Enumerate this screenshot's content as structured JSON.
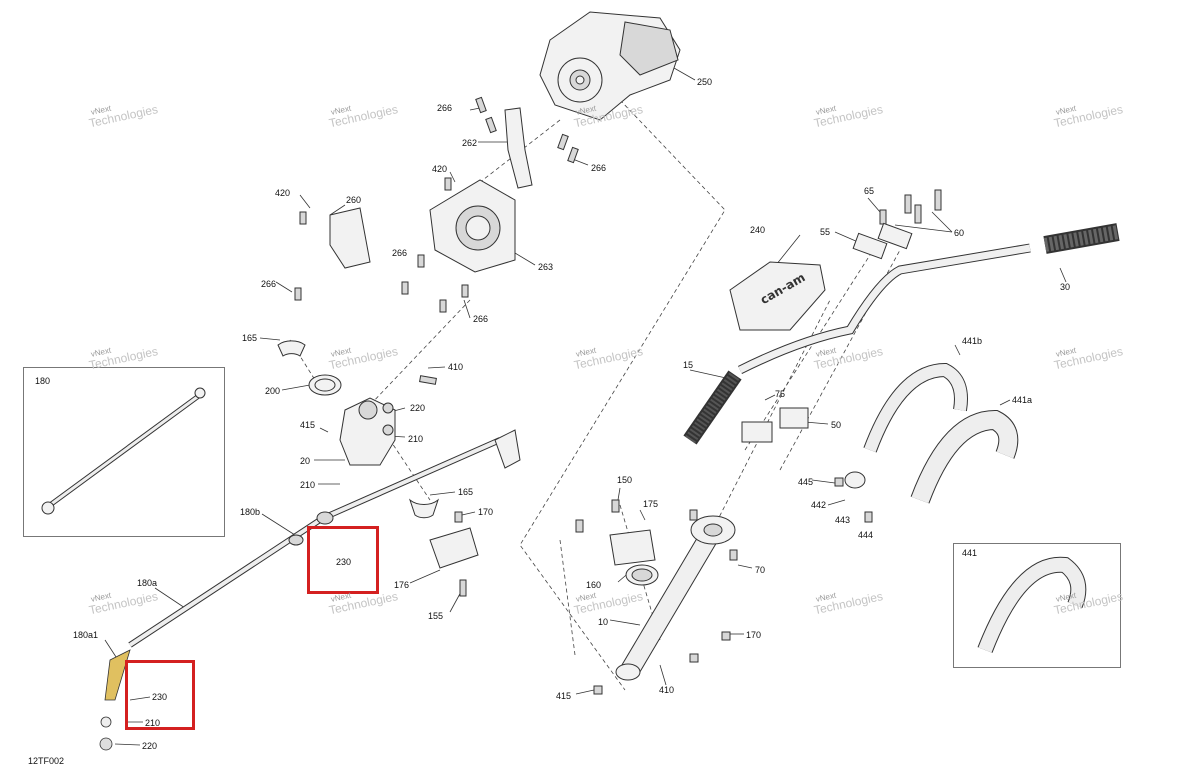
{
  "labels": [
    {
      "text": "250"
    },
    {
      "text": "266"
    },
    {
      "text": "262"
    },
    {
      "text": "266"
    },
    {
      "text": "420"
    },
    {
      "text": "420"
    },
    {
      "text": "260"
    },
    {
      "text": "263"
    },
    {
      "text": "266"
    },
    {
      "text": "266"
    },
    {
      "text": "266"
    },
    {
      "text": "165"
    },
    {
      "text": "200"
    },
    {
      "text": "410"
    },
    {
      "text": "220"
    },
    {
      "text": "415"
    },
    {
      "text": "210"
    },
    {
      "text": "20"
    },
    {
      "text": "210"
    },
    {
      "text": "165"
    },
    {
      "text": "170"
    },
    {
      "text": "180b"
    },
    {
      "text": "230"
    },
    {
      "text": "176"
    },
    {
      "text": "155"
    },
    {
      "text": "180a"
    },
    {
      "text": "180a1"
    },
    {
      "text": "230"
    },
    {
      "text": "210"
    },
    {
      "text": "220"
    },
    {
      "text": "180"
    },
    {
      "text": "240"
    },
    {
      "text": "65"
    },
    {
      "text": "55"
    },
    {
      "text": "60"
    },
    {
      "text": "30"
    },
    {
      "text": "15"
    },
    {
      "text": "75"
    },
    {
      "text": "50"
    },
    {
      "text": "441b"
    },
    {
      "text": "441a"
    },
    {
      "text": "445"
    },
    {
      "text": "442"
    },
    {
      "text": "443"
    },
    {
      "text": "444"
    },
    {
      "text": "150"
    },
    {
      "text": "175"
    },
    {
      "text": "160"
    },
    {
      "text": "70"
    },
    {
      "text": "10"
    },
    {
      "text": "170"
    },
    {
      "text": "410"
    },
    {
      "text": "415"
    },
    {
      "text": "441"
    }
  ],
  "watermark": {
    "line1": "vNext",
    "line2": "Technologies",
    "combined": "vNext Technologies"
  },
  "reference_code": "12TF002",
  "colors": {
    "highlight": "#d42020",
    "lines": "#333333",
    "watermark": "#9a9a9a"
  }
}
